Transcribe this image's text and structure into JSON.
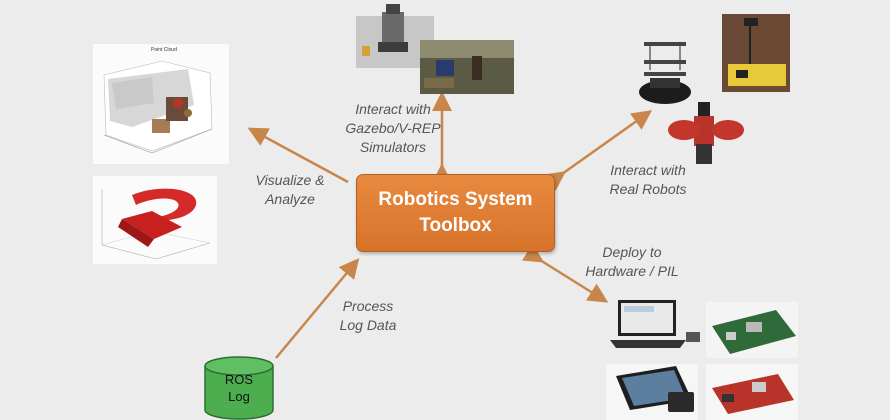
{
  "center": {
    "line1": "Robotics System",
    "line2": "Toolbox"
  },
  "labels": {
    "simulators": [
      "Interact with",
      "Gazebo/V-REP",
      "Simulators"
    ],
    "visualize": [
      "Visualize &",
      "Analyze"
    ],
    "real_robots": [
      "Interact with",
      "Real Robots"
    ],
    "deploy": [
      "Deploy to",
      "Hardware / PIL"
    ],
    "process": [
      "Process",
      "Log Data"
    ]
  },
  "ros_log": {
    "line1": "ROS",
    "line2": "Log"
  },
  "point_cloud_title": "Point Cloud",
  "colors": {
    "accent": "#d97a30",
    "arrow": "#c8864a",
    "label_text": "#555555",
    "ros_log_fill": "#4cae4f",
    "background": "#ececec"
  }
}
